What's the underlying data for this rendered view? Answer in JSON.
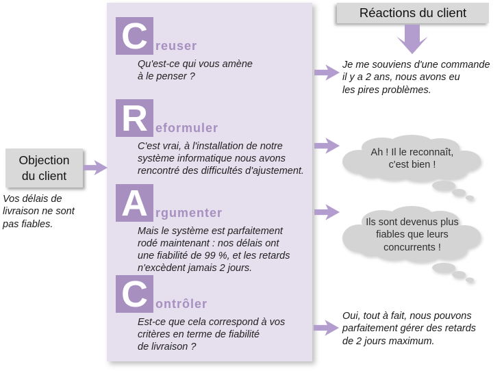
{
  "palette": {
    "accent_purple": "#a78fc0",
    "arrow_purple": "#b29dce",
    "panel_lavender": "#e5dfee",
    "box_gray": "#d9d9d9",
    "cloud_gray": "#d4d4d4"
  },
  "objection": {
    "box_label": "Objection\ndu client",
    "text": "Vos délais de\nlivraison ne sont\npas fiables."
  },
  "reactions_header": "Réactions du client",
  "crac": {
    "items": [
      {
        "letter": "C",
        "rest": "reuser",
        "word": "Creuser",
        "text": "Qu'est-ce qui vous amène\nà le penser ?"
      },
      {
        "letter": "R",
        "rest": "eformuler",
        "word": "Reformuler",
        "text": "C'est vrai, à l'installation de notre\nsystème informatique nous avons\nrencontré des difficultés d'ajustement."
      },
      {
        "letter": "A",
        "rest": "rgumenter",
        "word": "Argumenter",
        "text": "Mais le système est parfaitement\nrodé maintenant : nos délais ont\nune fiabilité de 99 %, et les retards\nn'excèdent jamais 2 jours."
      },
      {
        "letter": "C",
        "rest": "ontrôler",
        "word": "Contrôler",
        "text": "Est-ce que cela correspond à vos\ncritères en terme de fiabilité\nde livraison ?"
      }
    ]
  },
  "reactions": [
    {
      "type": "speech",
      "text": "Je me souviens d'une commande\nil y a 2 ans, nous avons eu\nles pires problèmes."
    },
    {
      "type": "thought",
      "text": "Ah ! Il le reconnaît,\nc'est bien !"
    },
    {
      "type": "thought",
      "text": "Ils sont devenus plus\nfiables que leurs\nconcurrents !"
    },
    {
      "type": "speech",
      "text": "Oui, tout à fait, nous pouvons\nparfaitement gérer des retards\nde 2 jours maximum."
    }
  ]
}
